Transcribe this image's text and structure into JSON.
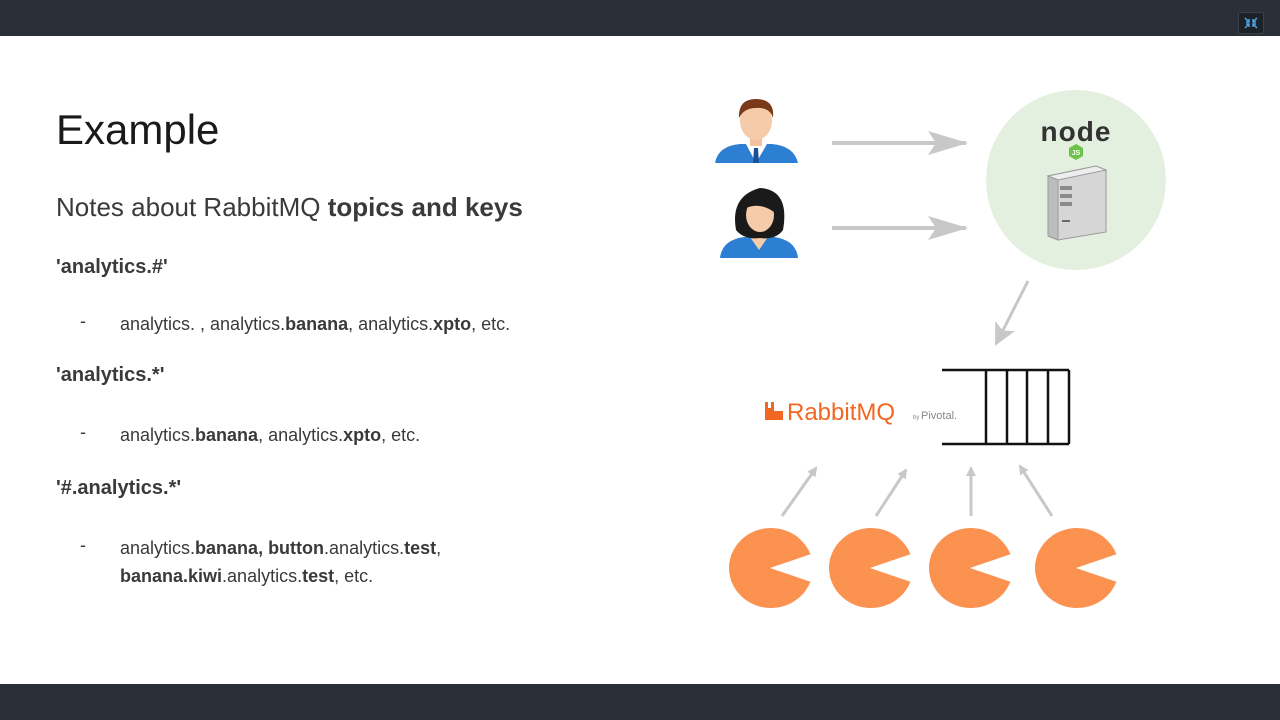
{
  "title": "Example",
  "subtitle": {
    "prefix": "Notes about RabbitMQ ",
    "bold": "topics and keys"
  },
  "sections": [
    {
      "key": "'analytics.#'",
      "dash": "-",
      "line1": [
        {
          "t": "analytics. , analytics.",
          "b": false
        },
        {
          "t": "banana",
          "b": true
        },
        {
          "t": ", analytics.",
          "b": false
        },
        {
          "t": "xpto",
          "b": true
        },
        {
          "t": ", etc.",
          "b": false
        }
      ]
    },
    {
      "key": "'analytics.*'",
      "dash": "-",
      "line1": [
        {
          "t": "analytics.",
          "b": false
        },
        {
          "t": "banana",
          "b": true
        },
        {
          "t": ", analytics.",
          "b": false
        },
        {
          "t": "xpto",
          "b": true
        },
        {
          "t": ", etc.",
          "b": false
        }
      ]
    },
    {
      "key": "'#.analytics.*'",
      "dash": "-",
      "line1": [
        {
          "t": "analytics.",
          "b": false
        },
        {
          "t": "banana, button",
          "b": true
        },
        {
          "t": ".analytics.",
          "b": false
        },
        {
          "t": "test",
          "b": true
        },
        {
          "t": ",",
          "b": false
        }
      ],
      "line2": [
        {
          "t": "banana.kiwi",
          "b": true
        },
        {
          "t": ".analytics.",
          "b": false
        },
        {
          "t": "test",
          "b": true
        },
        {
          "t": ", etc.",
          "b": false
        }
      ]
    }
  ],
  "diagram": {
    "rabbitmq_logo_text": "RabbitMQ",
    "pivotal_by": "by",
    "pivotal_text": "Pivotal.",
    "node_logo_text": "node",
    "node_js_badge": "JS",
    "colors": {
      "rabbit_orange": "#f26722",
      "consumer_orange": "#fb9250",
      "node_bg": "#e3efdf",
      "arrow_gray": "#c8c8c8"
    },
    "consumers": 4,
    "queue_slots": 4
  },
  "icons": {
    "exit_fullscreen": "exit-fullscreen-icon"
  }
}
